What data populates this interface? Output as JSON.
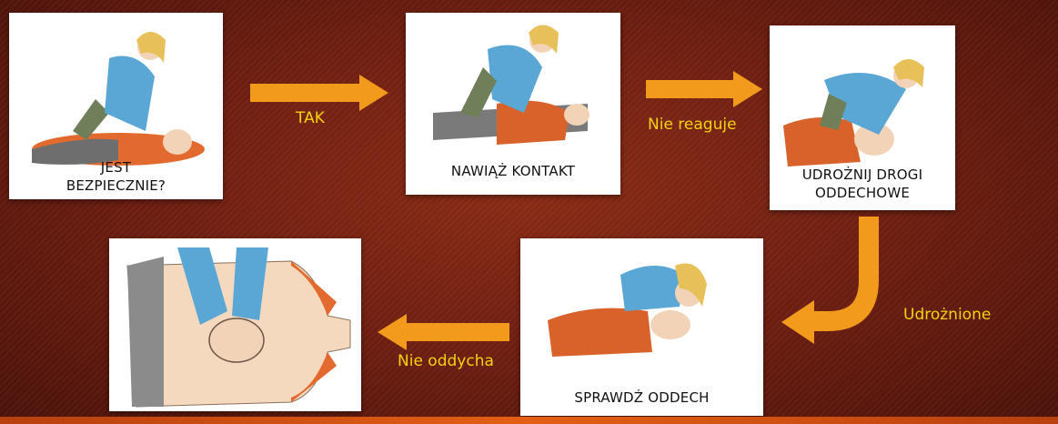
{
  "steps": [
    {
      "label": "JEST\nBEZPIECZNIE?"
    },
    {
      "label": "NAWIĄŻ KONTAKT"
    },
    {
      "label": "UDROŻNIJ DROGI\nODDECHOWE"
    },
    {
      "label": "SPRAWDŹ ODDECH"
    },
    {
      "label": ""
    }
  ],
  "edges": {
    "tak": "TAK",
    "nie_reaguje": "Nie reaguje",
    "udroznione": "Udrożnione",
    "nie_oddycha": "Nie oddycha"
  },
  "colors": {
    "arrow": "#f29a1c",
    "edge_text": "#f5d312",
    "rescuer_shirt": "#5aa7d6",
    "rescuer_hair": "#e8c05a",
    "victim_shirt": "#d9622a",
    "skin": "#f3d3b8"
  }
}
